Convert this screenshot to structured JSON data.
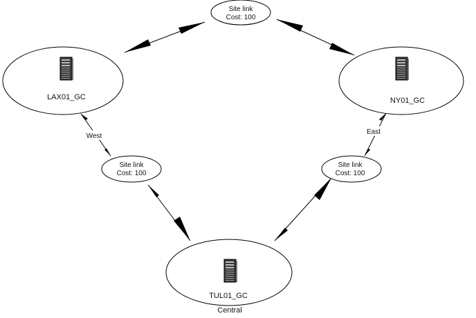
{
  "sites": [
    {
      "name": "LAX01_GC",
      "icon": "server-icon"
    },
    {
      "name": "NY01_GC",
      "icon": "server-icon"
    },
    {
      "name": "TUL01_GC",
      "icon": "server-icon",
      "caption": "Central"
    }
  ],
  "site_links": [
    {
      "title": "Site link",
      "cost": "Cost: 100"
    },
    {
      "title": "Site link",
      "cost": "Cost: 100"
    },
    {
      "title": "Site link",
      "cost": "Cost: 100"
    }
  ],
  "connector_labels": {
    "west": "West",
    "east": "East"
  },
  "colors": {
    "stroke": "#000000",
    "background": "#ffffff"
  }
}
